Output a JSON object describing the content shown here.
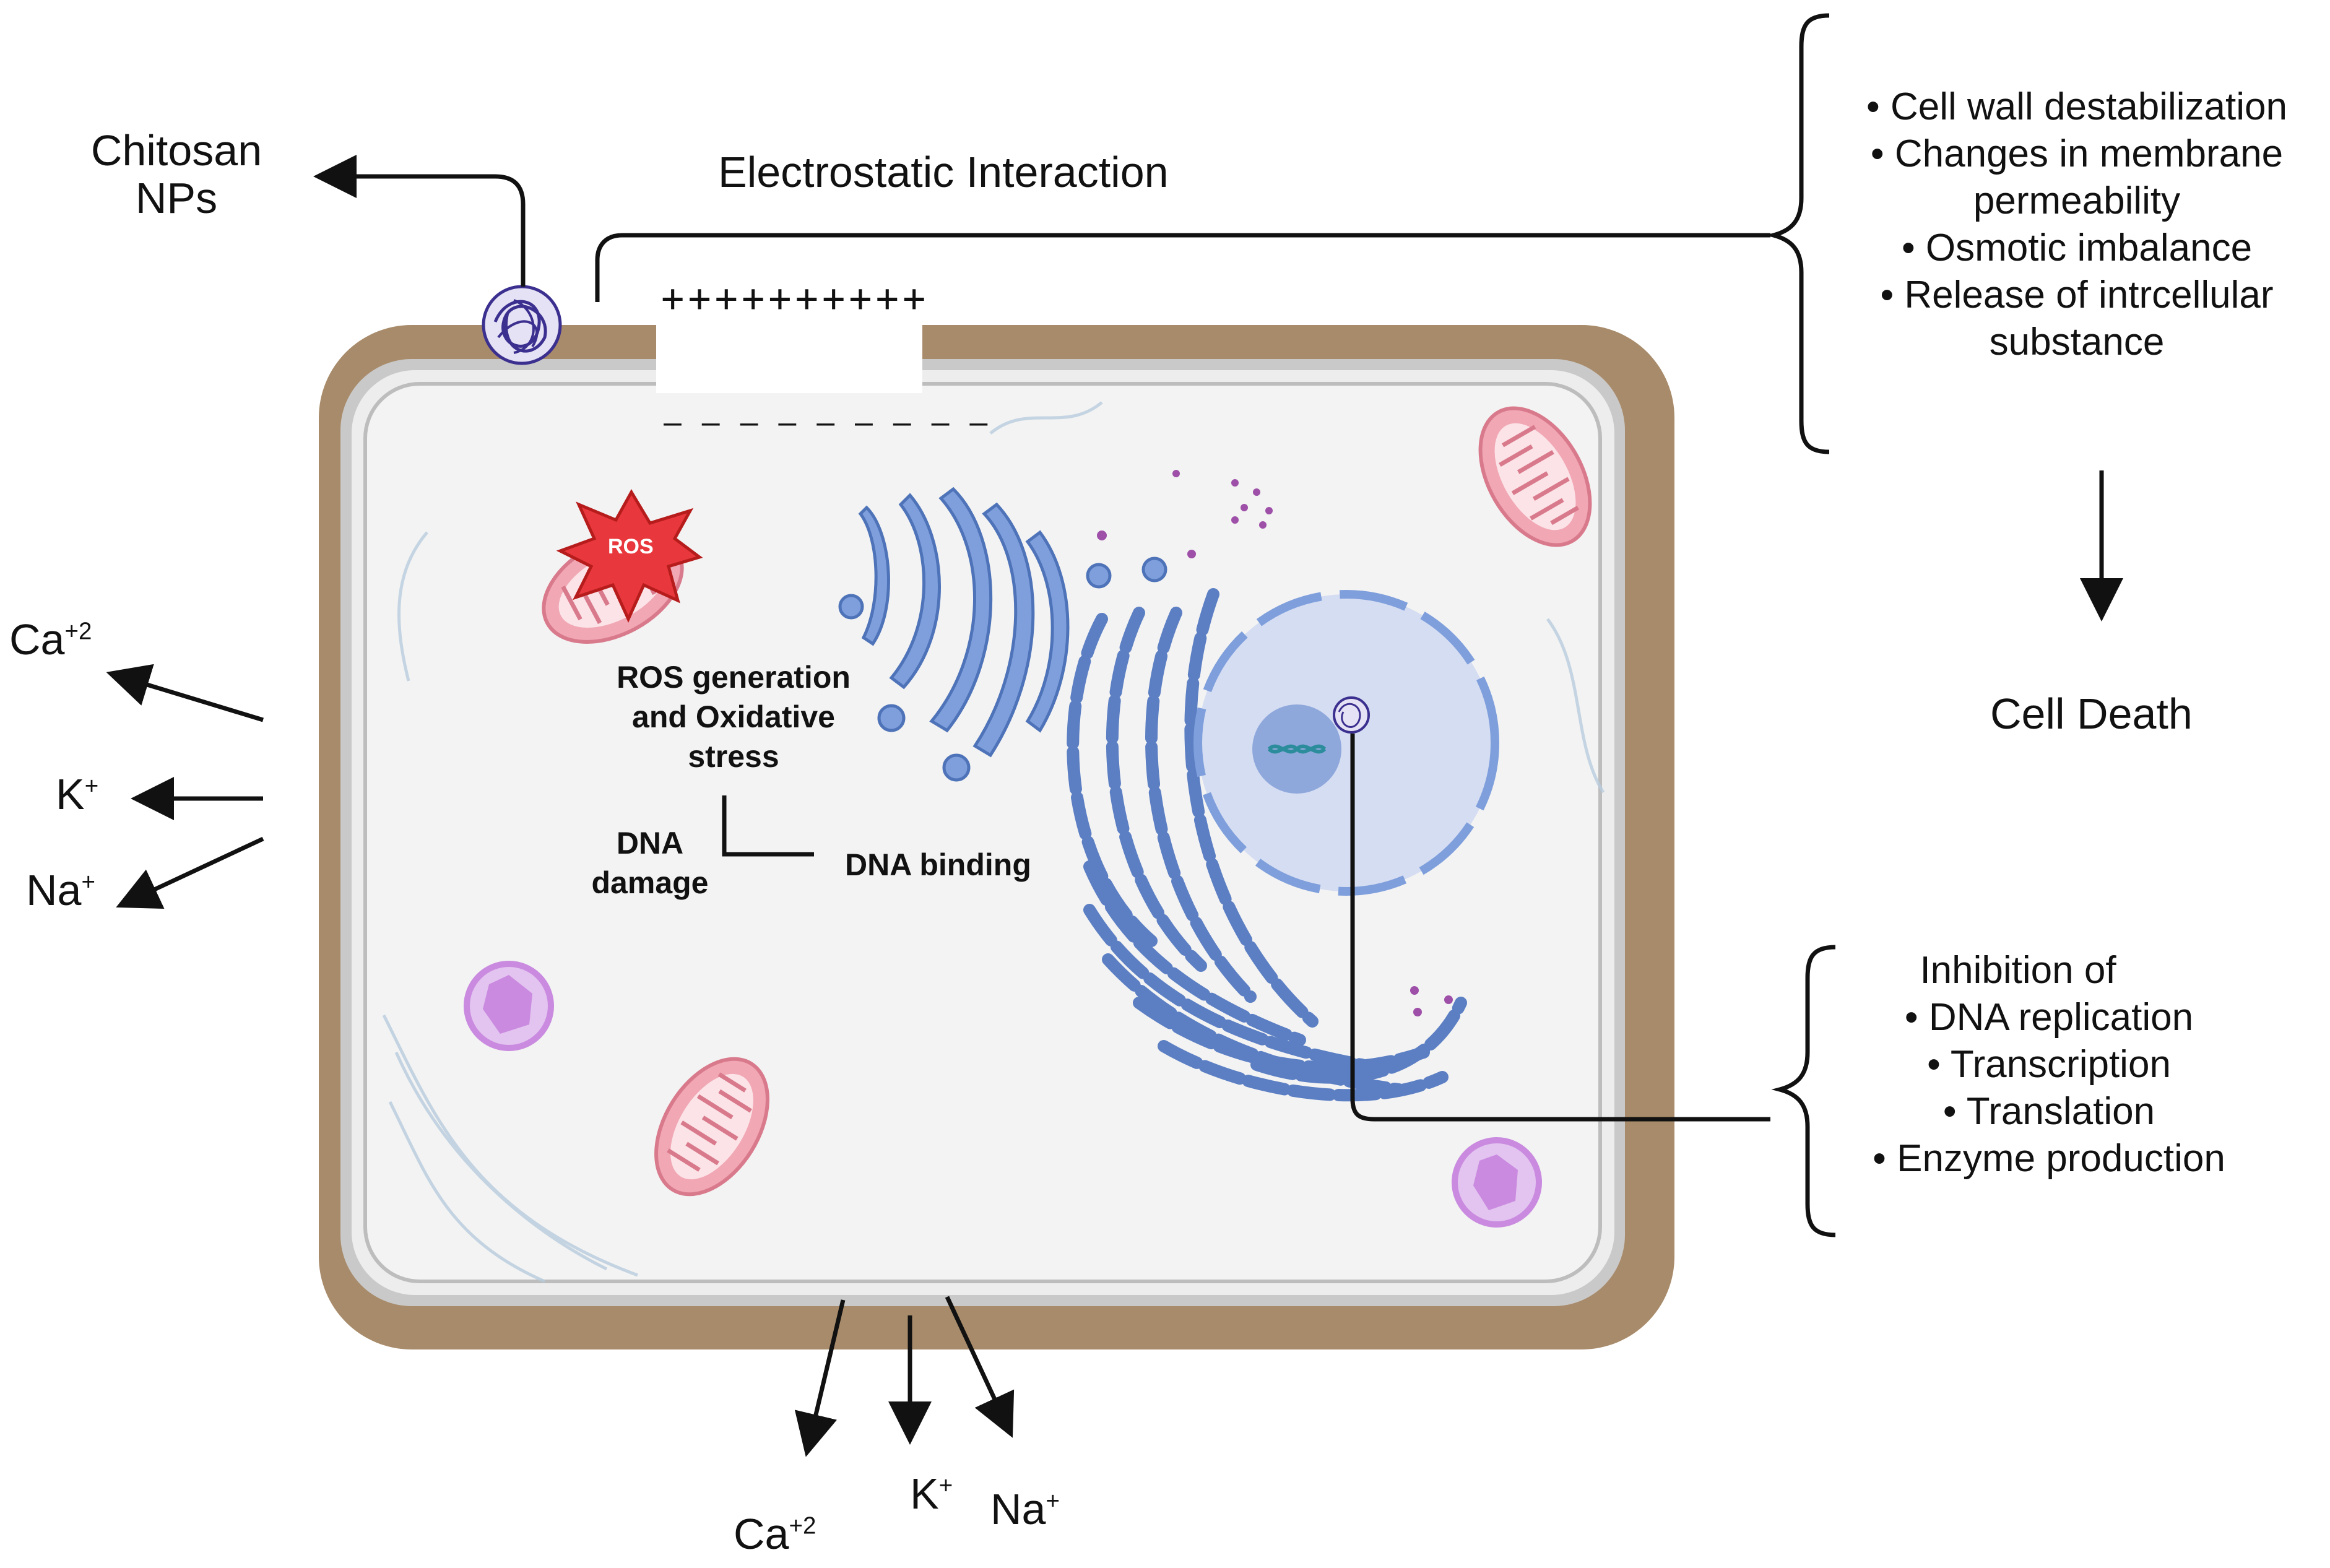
{
  "labels": {
    "chitosan": [
      "Chitosan",
      "NPs"
    ],
    "electrostatic": "Electrostatic Interaction",
    "plus_charges": "++++++++++",
    "minus_charges": "– – – – – – – – –",
    "ros_badge": "ROS",
    "ros_generation": [
      "ROS generation",
      "and Oxidative",
      "stress"
    ],
    "dna_damage": [
      "DNA",
      "damage"
    ],
    "dna_binding": "DNA binding",
    "cell_death": "Cell Death"
  },
  "effects_top": [
    "Cell wall destabilization",
    "Changes in membrane",
    "permeability",
    "Osmotic imbalance",
    "Release of intrcellular",
    "substance"
  ],
  "effects_bottom": {
    "heading": "Inhibition of",
    "items": [
      "DNA replication",
      "Transcription",
      "Translation",
      "Enzyme production"
    ]
  },
  "ions_left": [
    {
      "base": "Ca",
      "sup": "+2"
    },
    {
      "base": "K",
      "sup": "+"
    },
    {
      "base": "Na",
      "sup": "+"
    }
  ],
  "ions_bottom": [
    {
      "base": "Ca",
      "sup": "+2"
    },
    {
      "base": "K",
      "sup": "+"
    },
    {
      "base": "Na",
      "sup": "+"
    }
  ],
  "colors": {
    "cell_wall": "#A88B6A",
    "membrane": "#C9C9C9",
    "cytoplasm": "#F2F2F2",
    "organelle_blue": "#7F9FDC",
    "nucleus": "#D5DDF2",
    "mitochondria": "#F1A7B4",
    "ros_star": "#E8383D",
    "vesicle": "#C98AE0"
  }
}
